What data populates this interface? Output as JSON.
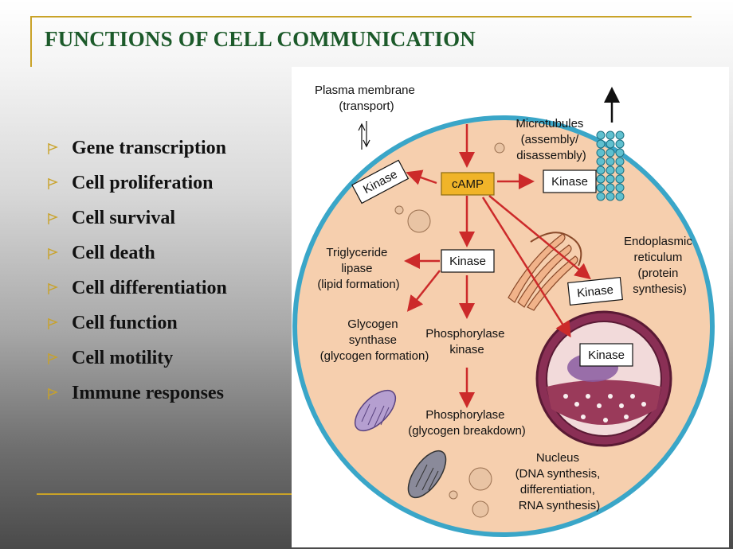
{
  "slide": {
    "title": "FUNCTIONS OF CELL COMMUNICATION",
    "accent_color": "#c9a227",
    "title_color": "#1c5a2a",
    "bullet_icon": "hollow-pennant-icon",
    "bullets": [
      "Gene transcription",
      "Cell proliferation",
      "Cell survival",
      "Cell death",
      "Cell differentiation",
      "Cell function",
      "Cell motility",
      "Immune responses"
    ]
  },
  "diagram": {
    "camp": "cAMP",
    "kinase": "Kinase",
    "plasma_membrane": [
      "Plasma membrane",
      "(transport)"
    ],
    "microtubules": [
      "Microtubules",
      "(assembly/",
      "disassembly)"
    ],
    "triglyceride": [
      "Triglyceride",
      "lipase",
      "(lipid formation)"
    ],
    "endoplasmic": [
      "Endoplasmic",
      "reticulum",
      "(protein",
      "synthesis)"
    ],
    "glycogen_synthase": [
      "Glycogen",
      "synthase",
      "(glycogen formation)"
    ],
    "phosphorylase_kinase": [
      "Phosphorylase",
      "kinase"
    ],
    "phosphorylase": [
      "Phosphorylase",
      "(glycogen breakdown)"
    ],
    "nucleus": [
      "Nucleus",
      "(DNA synthesis,",
      "differentiation,",
      "RNA synthesis)"
    ],
    "colors": {
      "cell": "#f6cfae",
      "membrane": "#3aa6c8",
      "arrow": "#cc2a2a",
      "camp_box": "#f0b429",
      "nucleus": "#7a2a4a"
    }
  }
}
